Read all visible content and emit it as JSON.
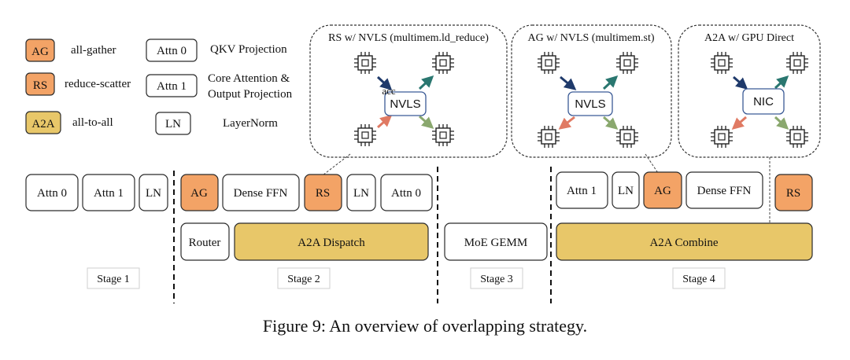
{
  "colors": {
    "orange": "#f3a366",
    "yellow": "#e8c769",
    "stroke": "#2b2b2b",
    "nvls_stroke": "#3b5b96",
    "arrow_navy": "#1f3a6b",
    "arrow_teal": "#2a7770",
    "arrow_red": "#e07a63",
    "arrow_green": "#8aa86e"
  },
  "legend": {
    "ag": {
      "tag": "AG",
      "desc": "all-gather"
    },
    "rs": {
      "tag": "RS",
      "desc": "reduce-scatter"
    },
    "a2a": {
      "tag": "A2A",
      "desc": "all-to-all"
    },
    "attn0": {
      "tag": "Attn 0",
      "desc": "QKV Projection"
    },
    "attn1": {
      "tag": "Attn 1",
      "desc_line1": "Core Attention &",
      "desc_line2": "Output Projection"
    },
    "ln": {
      "tag": "LN",
      "desc": "LayerNorm"
    }
  },
  "callouts": {
    "rs_nvls": {
      "title": "RS w/ NVLS (multimem.ld_reduce)",
      "hub": "NVLS",
      "acc": "acc",
      "icon": "gpu-chip-icon"
    },
    "ag_nvls": {
      "title": "AG w/ NVLS (multimem.st)",
      "hub": "NVLS",
      "icon": "gpu-chip-icon"
    },
    "a2a_gpu": {
      "title": "A2A w/ GPU Direct",
      "hub": "NIC",
      "icon": "gpu-chip-icon"
    }
  },
  "pipeline": {
    "row1": [
      "Attn 0",
      "Attn 1",
      "LN",
      "AG",
      "Dense FFN",
      "RS",
      "LN",
      "Attn 0",
      "Attn 1",
      "LN",
      "AG",
      "Dense FFN",
      "RS"
    ],
    "row2": [
      "Router",
      "A2A Dispatch",
      "MoE GEMM",
      "A2A Combine"
    ]
  },
  "stages": [
    "Stage 1",
    "Stage 2",
    "Stage 3",
    "Stage 4"
  ],
  "caption": "Figure 9: An overview of overlapping strategy."
}
